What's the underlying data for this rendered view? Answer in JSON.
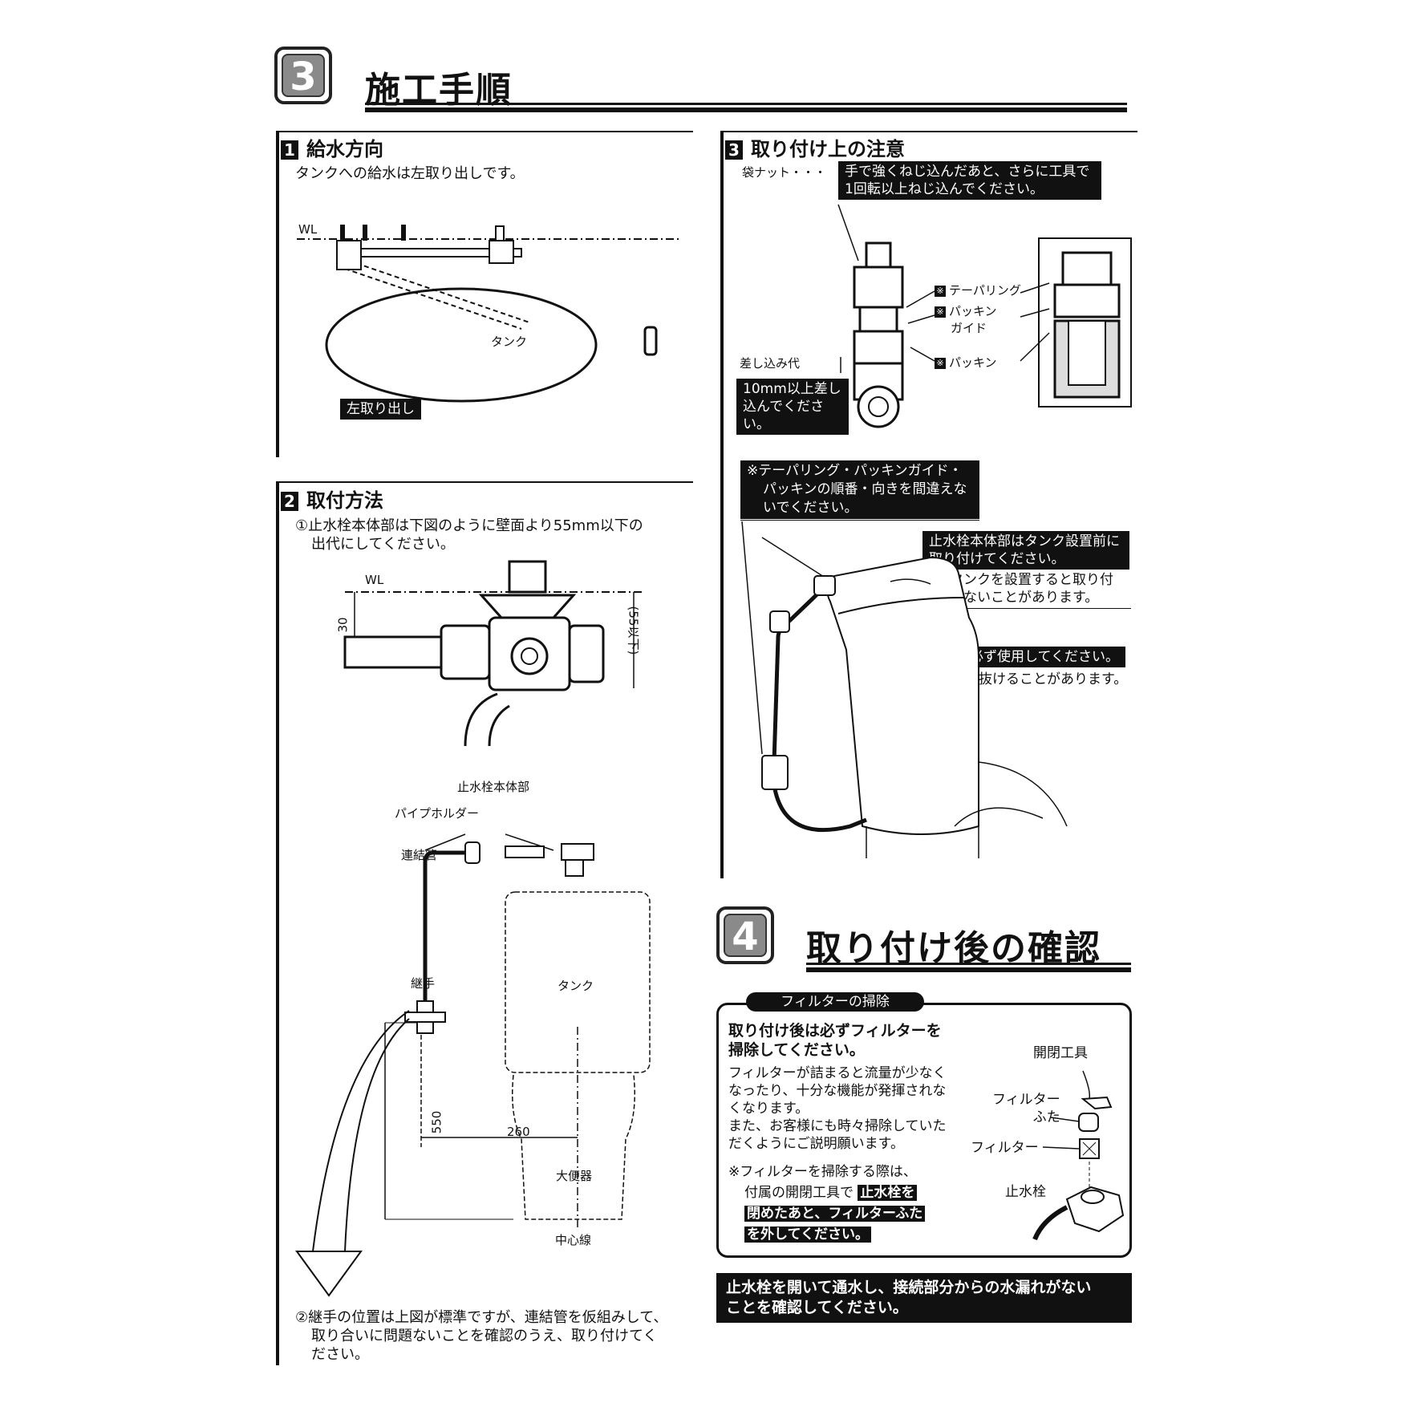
{
  "section3": {
    "number": "3",
    "title": "施工手順",
    "sub1": {
      "num": "1",
      "title": "給水方向",
      "text": "タンクへの給水は左取り出しです。",
      "wl": "WL",
      "tank": "タンク",
      "badge": "左取り出し"
    },
    "sub2": {
      "num": "2",
      "title": "取付方法",
      "step1_line1": "①止水栓本体部は下図のように壁面より55mm以下の",
      "step1_line2": "出代にしてください。",
      "wl": "WL",
      "dim30": "30",
      "dim55": "(55以下)",
      "label_valve": "止水栓本体部",
      "label_holder": "パイプホルダー",
      "label_pipe": "連結管",
      "label_joint": "継手",
      "label_tank": "タンク",
      "dim550": "550",
      "dim260": "260",
      "label_toilet": "大便器",
      "label_center": "中心線",
      "step2_line1": "②継手の位置は上図が標準ですが、連結管を仮組みして、",
      "step2_line2": "取り合いに問題ないことを確認のうえ、取り付けてく",
      "step2_line3": "ださい。"
    },
    "sub3": {
      "num": "3",
      "title": "取り付け上の注意",
      "nut_label": "袋ナット・・・",
      "nut_note_line1": "手で強くねじ込んだあと、さらに工具で",
      "nut_note_line2": "1回転以上ねじ込んでください。",
      "ring": "テーパリング",
      "guide1": "パッキン",
      "guide2": "ガイド",
      "packing": "パッキン",
      "mark": "※",
      "insert": "差し込み代",
      "insert_note1": "10mm以上差し",
      "insert_note2": "込んでください。",
      "order_note1": "※テーパリング・パッキンガイド・",
      "order_note2": "パッキンの順番・向きを間違えな",
      "order_note3": "いでください。",
      "valve_note1": "止水栓本体部はタンク設置前に",
      "valve_note2": "取り付けてください。",
      "valve_sub1": "先にタンクを設置すると取り付",
      "valve_sub2": "けできないことがあります。",
      "holder_note": "パイプホルダーは必ず使用してください。",
      "holder_sub": "使用しないと水圧で抜けることがあります。"
    }
  },
  "section4": {
    "number": "4",
    "title": "取り付け後の確認",
    "filter_tab": "フィルターの掃除",
    "lead1": "取り付け後は必ずフィルターを",
    "lead2": "掃除してください。",
    "body1": "フィルターが詰まると流量が少なく",
    "body2": "なったり、十分な機能が発揮されな",
    "body3": "くなります。",
    "body4": "また、お客様にも時々掃除していた",
    "body5": "だくようにご説明願います。",
    "note1": "※フィルターを掃除する際は、",
    "note2a": "付属の開閉工具で",
    "note2b": "止水栓を",
    "note3": "閉めたあと、フィルターふた",
    "note4": "を外してください。",
    "tool": "開閉工具",
    "cap1": "フィルター",
    "cap2": "ふた",
    "filter": "フィルター",
    "valve": "止水栓",
    "final1": "止水栓を開いて通水し、接続部分からの水漏れがない",
    "final2": "ことを確認してください。"
  }
}
